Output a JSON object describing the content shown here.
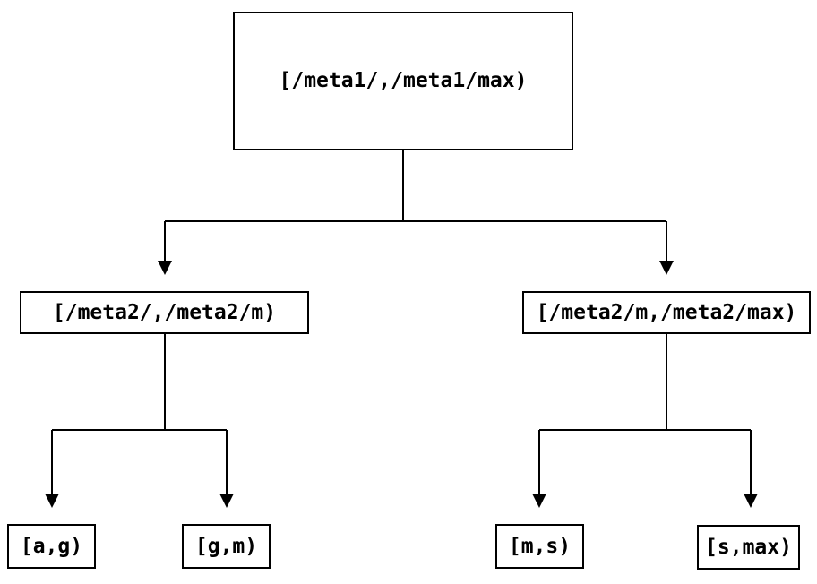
{
  "diagram": {
    "type": "binary-tree",
    "background_color": "#ffffff",
    "line_color": "#000000",
    "node_border_color": "#000000",
    "node_fill_color": "#ffffff",
    "text_color": "#000000",
    "nodes": {
      "root": {
        "label": "[/meta1/,/meta1/max)"
      },
      "left": {
        "label": "[/meta2/,/meta2/m)"
      },
      "right": {
        "label": "[/meta2/m,/meta2/max)"
      },
      "leaf_ag": {
        "label": "[a,g)"
      },
      "leaf_gm": {
        "label": "[g,m)"
      },
      "leaf_ms": {
        "label": "[m,s)"
      },
      "leaf_smax": {
        "label": "[s,max)"
      }
    },
    "edges": [
      {
        "from": "root",
        "to": "left"
      },
      {
        "from": "root",
        "to": "right"
      },
      {
        "from": "left",
        "to": "leaf_ag"
      },
      {
        "from": "left",
        "to": "leaf_gm"
      },
      {
        "from": "right",
        "to": "leaf_ms"
      },
      {
        "from": "right",
        "to": "leaf_smax"
      }
    ]
  }
}
